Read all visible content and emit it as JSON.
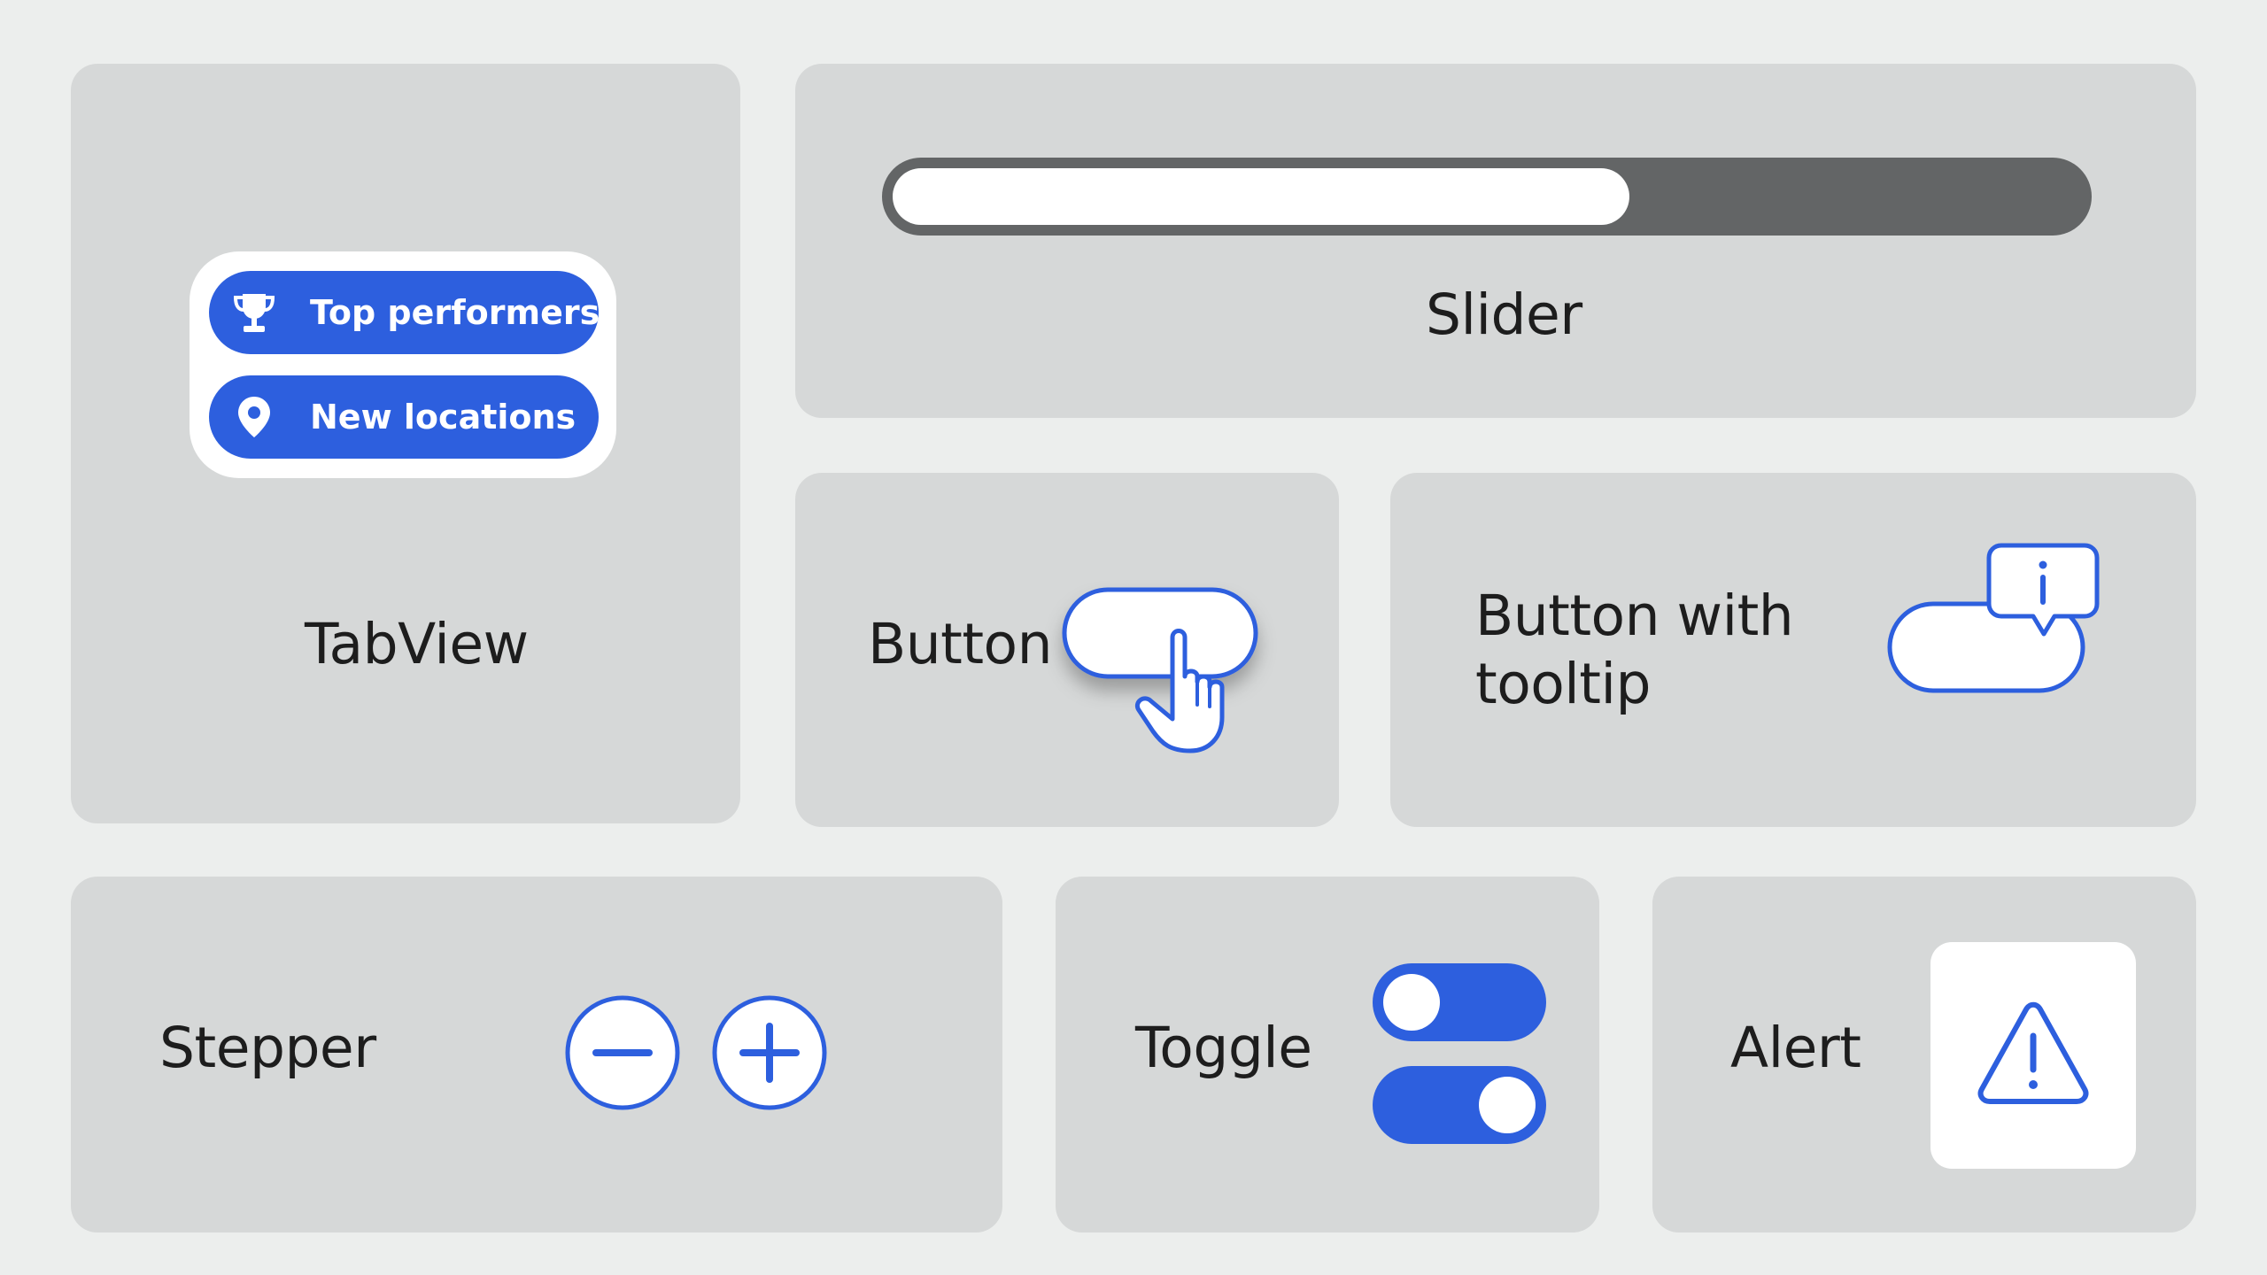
{
  "colors": {
    "background": "#eceeed",
    "card": "#d6d8d8",
    "accent": "#2d5fde",
    "slider_track": "#636566",
    "white": "#ffffff"
  },
  "tabview": {
    "label": "TabView",
    "tabs": [
      {
        "label": "Top performers",
        "icon": "trophy-icon"
      },
      {
        "label": "New locations",
        "icon": "location-pin-icon"
      }
    ]
  },
  "slider": {
    "label": "Slider",
    "value": 0.62
  },
  "button": {
    "label": "Button",
    "icon": "pointing-hand-icon"
  },
  "tooltip_button": {
    "label_line1": "Button with",
    "label_line2": "tooltip",
    "icon": "info-icon"
  },
  "stepper": {
    "label": "Stepper",
    "decrement_icon": "minus-icon",
    "increment_icon": "plus-icon"
  },
  "toggle": {
    "label": "Toggle",
    "states": [
      false,
      true
    ]
  },
  "alert": {
    "label": "Alert",
    "icon": "warning-icon"
  }
}
